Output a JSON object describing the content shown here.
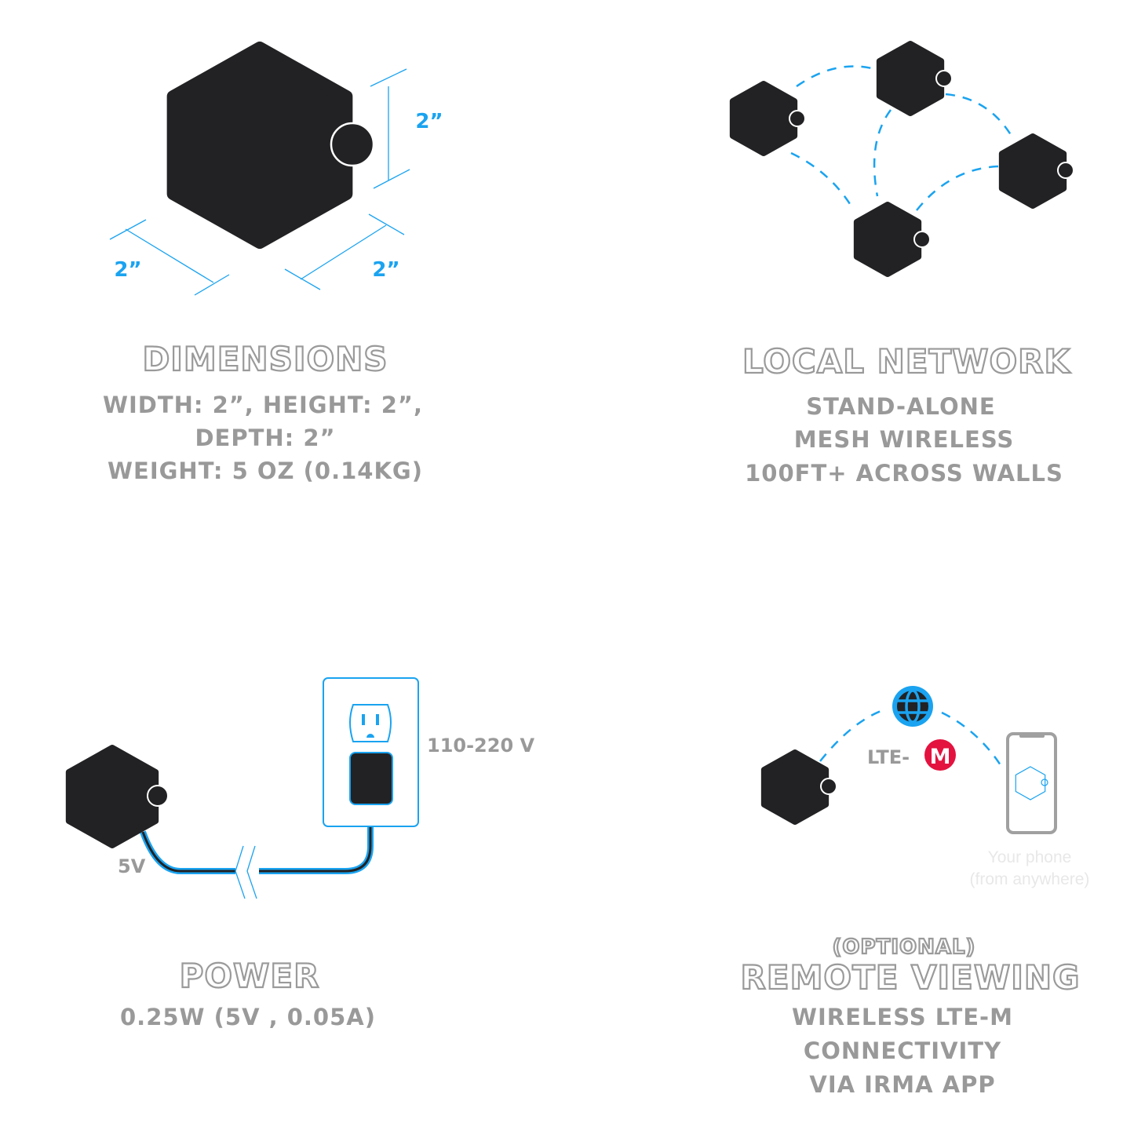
{
  "colors": {
    "accent": "#1aa3f0",
    "device": "#222224",
    "text": "#999999",
    "lte_red": "#e3123f"
  },
  "dimensions": {
    "label_height": "2”",
    "label_width": "2”",
    "label_depth": "2”",
    "title": "DIMENSIONS",
    "lines": [
      "WIDTH: 2”, HEIGHT: 2”,",
      "DEPTH: 2”",
      "WEIGHT: 5 OZ (0.14KG)"
    ]
  },
  "network": {
    "title": "LOCAL NETWORK",
    "lines": [
      "STAND-ALONE",
      "MESH WIRELESS",
      "100FT+ ACROSS WALLS"
    ]
  },
  "power": {
    "device_voltage": "5V",
    "outlet_voltage": "110-220 V",
    "title": "POWER",
    "lines": [
      "0.25W (5V , 0.05A)"
    ]
  },
  "remote": {
    "lte_label": "LTE-",
    "lte_logo": "M",
    "phone_caption": [
      "Your phone",
      "(from anywhere)"
    ],
    "optional": "(OPTIONAL)",
    "title": "REMOTE VIEWING",
    "lines": [
      "WIRELESS LTE-M",
      "CONNECTIVITY",
      "VIA IRMA APP"
    ]
  }
}
